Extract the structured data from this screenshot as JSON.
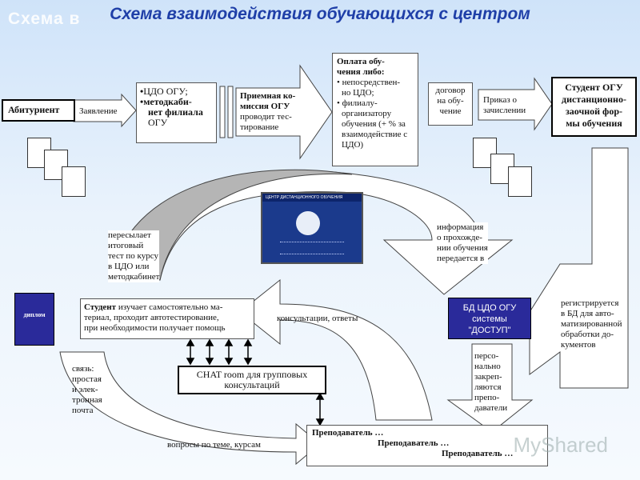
{
  "header": {
    "title": "Схема взаимодействия обучающихся с центром",
    "shadow_text": "Схема в"
  },
  "nodes": {
    "applicant": "Абитуриент",
    "statement": "Заявление",
    "cdo": {
      "line1": "ЦДО ОГУ;",
      "line2": "методкаби-",
      "line3": "нет филиала",
      "line4": "ОГУ"
    },
    "admission": {
      "l1": "Приемная ко-",
      "l2": "миссия ОГУ",
      "l3": "проводит тес-",
      "l4": "тирование"
    },
    "payment": {
      "title1": "Оплата обу-",
      "title2": "чения либо:",
      "b1a": "непосредствен-",
      "b1b": "но ЦДО;",
      "b2a": "филиалу-",
      "b2b": "организатору",
      "b2c": "обучения (+ % за",
      "b2d": "взаимодействие с",
      "b2e": "ЦДО)"
    },
    "contract": {
      "l1": "договор",
      "l2": "на обу-",
      "l3": "чение"
    },
    "order": {
      "l1": "Приказ о",
      "l2": "зачислении"
    },
    "student_ogu": {
      "l1": "Студент ОГУ",
      "l2": "дистанционно-",
      "l3": "заочной фор-",
      "l4": "мы обучения"
    },
    "forwards": {
      "l1": "пересылает",
      "l2": "итоговый",
      "l3": "тест по курсу",
      "l4": "в ЦДО или",
      "l5": "методкабинет"
    },
    "info": {
      "l1": "информация",
      "l2": "о прохожде-",
      "l3": "нии обучения",
      "l4": "передается в"
    },
    "diploma": "диплом",
    "student_studies": {
      "bold": "Студент",
      "l1": " изучает самостоятельно ма-",
      "l2": "териал, проходит автотестирование,",
      "l3": "при необходимости получает помощь"
    },
    "consult": "консультации, ответы",
    "db": {
      "l1": "БД ЦДО ОГУ",
      "l2": "системы",
      "l3": "\"ДОСТУП\""
    },
    "registered": {
      "l1": "регистрируется",
      "l2": "в БД для авто-",
      "l3": "матизированной",
      "l4": "обработки до-",
      "l5": "кументов"
    },
    "link": {
      "l1": "связь:",
      "l2": "простая",
      "l3": "и элек-",
      "l4": "тронная",
      "l5": "почта"
    },
    "chat": {
      "l1": "CHAT room для групповых",
      "l2": "консультаций"
    },
    "personal": {
      "l1": "персо-",
      "l2": "нально",
      "l3": "закреп-",
      "l4": "ляются",
      "l5": "препо-",
      "l6": "даватели"
    },
    "questions": "вопросы по теме, курсам",
    "teachers": {
      "t1": "Преподаватель …",
      "t2": "Преподаватель …",
      "t3": "Преподаватель …"
    },
    "screenshot_caption": "ЦЕНТР ДИСТАНЦИОННОГО ОБУЧЕНИЯ"
  },
  "watermark": "MyShared",
  "colors": {
    "title": "#1f3fa8",
    "db_fill": "#2a2a9a",
    "diploma_fill": "#2a2a9a",
    "arrow_fill": "#ffffff",
    "arrow_shadow": "#b9b9b9"
  }
}
